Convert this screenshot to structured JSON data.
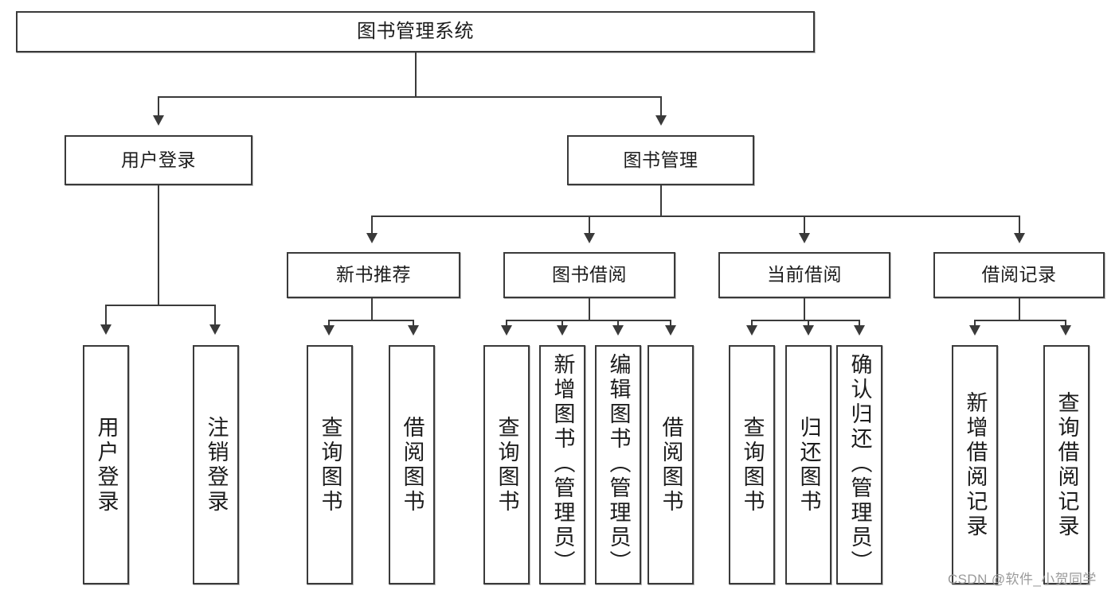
{
  "diagram": {
    "title": "图书管理系统",
    "type": "hierarchy-tree",
    "levels": 4,
    "root": {
      "id": "root",
      "label": "图书管理系统"
    },
    "level2": [
      {
        "id": "user-login",
        "label": "用户登录"
      },
      {
        "id": "book-management",
        "label": "图书管理"
      }
    ],
    "level3": [
      {
        "id": "new-book-recommend",
        "label": "新书推荐"
      },
      {
        "id": "book-borrow",
        "label": "图书借阅"
      },
      {
        "id": "current-borrow",
        "label": "当前借阅"
      },
      {
        "id": "borrow-record",
        "label": "借阅记录"
      }
    ],
    "leaves": {
      "user_login": [
        {
          "id": "leaf-user-login",
          "label": "用户登录"
        },
        {
          "id": "leaf-logout-login",
          "label": "注销登录"
        }
      ],
      "new_book_recommend": [
        {
          "id": "leaf-query-book-1",
          "label": "查询图书"
        },
        {
          "id": "leaf-borrow-book-1",
          "label": "借阅图书"
        }
      ],
      "book_borrow": [
        {
          "id": "leaf-query-book-2",
          "label": "查询图书"
        },
        {
          "id": "leaf-add-book",
          "label": "新增图书（管理员）"
        },
        {
          "id": "leaf-edit-book",
          "label": "编辑图书（管理员）"
        },
        {
          "id": "leaf-borrow-book-2",
          "label": "借阅图书"
        }
      ],
      "current_borrow": [
        {
          "id": "leaf-query-book-3",
          "label": "查询图书"
        },
        {
          "id": "leaf-return-book",
          "label": "归还图书"
        },
        {
          "id": "leaf-confirm-return",
          "label": "确认归还（管理员）"
        }
      ],
      "borrow_record": [
        {
          "id": "leaf-add-record",
          "label": "新增借阅记录"
        },
        {
          "id": "leaf-query-record",
          "label": "查询借阅记录"
        }
      ]
    }
  },
  "watermark": {
    "text": "CSDN @软件_小贺同学"
  },
  "colors": {
    "stroke": "#3a3a3a",
    "text": "#1c1c1c",
    "background": "#ffffff",
    "watermark": "#9a9a9a"
  }
}
